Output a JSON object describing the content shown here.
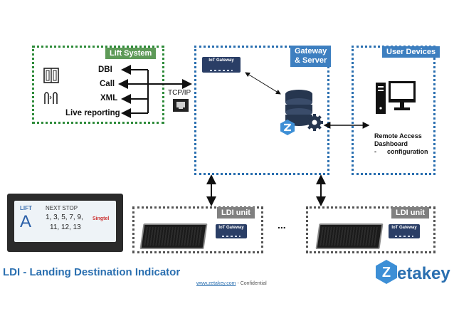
{
  "lift_system": {
    "title": "Lift System",
    "items": [
      "DBI",
      "Call",
      "XML",
      "Live reporting"
    ]
  },
  "connection_label": "TCP/IP",
  "gateway_server": {
    "title_line1": "Gateway",
    "title_line2": "& Server"
  },
  "user_devices": {
    "title": "User Devices",
    "caption_line1": "Remote Access",
    "caption_line2": "Dashboard",
    "caption_line3": "-      configuration"
  },
  "iot_gateway_label": "IoT Gateway",
  "ldi_unit_label": "LDI unit",
  "ellipsis": "...",
  "ldi_display": {
    "lift_label": "LIFT",
    "lift_letter": "A",
    "next_stop_label": "NEXT STOP",
    "stops_line1": "1, 3, 5, 7, 9,",
    "stops_line2": "11, 12, 13",
    "brand": "Singtel"
  },
  "footer": {
    "title": "LDI - Landing Destination Indicator",
    "url": "www.zetakey.com",
    "confidential": " - Confidential"
  },
  "logo": {
    "letter": "Z",
    "text": "etakey"
  },
  "colors": {
    "lift_border": "#2e8b3a",
    "blue_border": "#2a6fb0",
    "ldi_border": "#555555",
    "brand_blue": "#2a6fb0"
  }
}
